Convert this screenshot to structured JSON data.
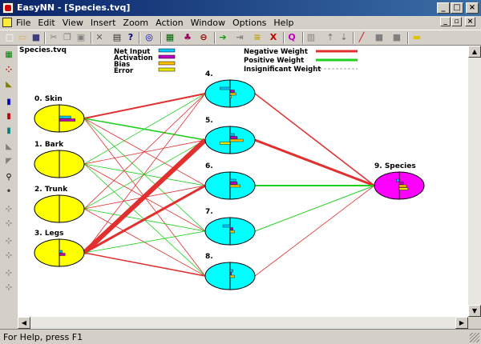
{
  "window": {
    "title": "EasyNN - [Species.tvq]",
    "minimize": "_",
    "restore": "□",
    "close": "×"
  },
  "menu": {
    "items": [
      "File",
      "Edit",
      "View",
      "Insert",
      "Zoom",
      "Action",
      "Window",
      "Options",
      "Help"
    ],
    "mdi_minimize": "_",
    "mdi_restore": "▫",
    "mdi_close": "×"
  },
  "toolbar": {
    "buttons": [
      {
        "name": "new-icon",
        "glyph": "□",
        "color": "#ffffff"
      },
      {
        "name": "open-icon",
        "glyph": "▭",
        "color": "#d8b050"
      },
      {
        "name": "save-icon",
        "glyph": "■",
        "color": "#404080"
      },
      {
        "name": "cut-icon",
        "glyph": "✂",
        "color": "#808080"
      },
      {
        "name": "copy-icon",
        "glyph": "❐",
        "color": "#808080"
      },
      {
        "name": "paste-icon",
        "glyph": "▣",
        "color": "#808080"
      },
      {
        "name": "delete-icon",
        "glyph": "✕",
        "color": "#606060"
      },
      {
        "name": "print-icon",
        "glyph": "▤",
        "color": "#303030"
      },
      {
        "name": "help-icon",
        "glyph": "?",
        "color": "#000080"
      },
      {
        "name": "network-icon",
        "glyph": "◎",
        "color": "#0000c0"
      },
      {
        "name": "grid-icon",
        "glyph": "▦",
        "color": "#006000"
      },
      {
        "name": "nodes-icon",
        "glyph": "♣",
        "color": "#a00060"
      },
      {
        "name": "forget-icon",
        "glyph": "⊖",
        "color": "#900000"
      },
      {
        "name": "learn-icon",
        "glyph": "➔",
        "color": "#00a000"
      },
      {
        "name": "step-icon",
        "glyph": "⇥",
        "color": "#808080"
      },
      {
        "name": "sort-icon",
        "glyph": "≡",
        "color": "#c0a000"
      },
      {
        "name": "xv-icon",
        "glyph": "X",
        "color": "#c00000"
      },
      {
        "name": "query-icon",
        "glyph": "Q",
        "color": "#c000c0"
      },
      {
        "name": "columns-icon",
        "glyph": "▥",
        "color": "#808080"
      },
      {
        "name": "sort-up-icon",
        "glyph": "⇡",
        "color": "#808080"
      },
      {
        "name": "sort-down-icon",
        "glyph": "⇣",
        "color": "#808080"
      },
      {
        "name": "pen-icon",
        "glyph": "╱",
        "color": "#c00000"
      },
      {
        "name": "disk-icon",
        "glyph": "■",
        "color": "#808080"
      },
      {
        "name": "disk2-icon",
        "glyph": "■",
        "color": "#808080"
      },
      {
        "name": "note-icon",
        "glyph": "▬",
        "color": "#e0c000"
      }
    ]
  },
  "sidebar": {
    "buttons": [
      {
        "name": "grid-view-icon",
        "glyph": "▦",
        "color": "#008000"
      },
      {
        "name": "graph-view-icon",
        "glyph": "⁘",
        "color": "#c00000"
      },
      {
        "name": "learning-view-icon",
        "glyph": "◣",
        "color": "#808000"
      },
      {
        "name": "bars-view-icon",
        "glyph": "▮",
        "color": "#0000c0"
      },
      {
        "name": "importance-view-icon",
        "glyph": "▮",
        "color": "#c00000"
      },
      {
        "name": "sensitivity-view-icon",
        "glyph": "▮",
        "color": "#008080"
      },
      {
        "name": "triangle-icon",
        "glyph": "◣",
        "color": "#808080"
      },
      {
        "name": "triangle2-icon",
        "glyph": "◤",
        "color": "#808080"
      },
      {
        "name": "zoom-icon",
        "glyph": "⚲",
        "color": "#000000"
      },
      {
        "name": "small-zoom-icon",
        "glyph": "•",
        "color": "#404040"
      },
      {
        "name": "tree-icon-1",
        "glyph": "⊹",
        "color": "#808080"
      },
      {
        "name": "tree-icon-2",
        "glyph": "⊹",
        "color": "#808080"
      },
      {
        "name": "tree-icon-3",
        "glyph": "⊹",
        "color": "#808080"
      },
      {
        "name": "tree-icon-4",
        "glyph": "⊹",
        "color": "#808080"
      },
      {
        "name": "tree-icon-5",
        "glyph": "⊹",
        "color": "#808080"
      },
      {
        "name": "tree-icon-6",
        "glyph": "⊹",
        "color": "#808080"
      }
    ]
  },
  "network": {
    "file_label": "Species.tvq",
    "legend_bars": [
      {
        "label": "Net Input",
        "color": "#00c8ff"
      },
      {
        "label": "Activation",
        "color": "#c000c0"
      },
      {
        "label": "Bias",
        "color": "#ffc000"
      },
      {
        "label": "Error",
        "color": "#e8e800"
      }
    ],
    "legend_lines": [
      {
        "label": "Negative Weight",
        "color": "#e03030",
        "style": "solid"
      },
      {
        "label": "Positive Weight",
        "color": "#20d020",
        "style": "solid"
      },
      {
        "label": "Insignificant Weight",
        "color": "#a0a0a0",
        "style": "dashed"
      }
    ],
    "input_nodes": [
      {
        "id": 0,
        "label": "0. Skin"
      },
      {
        "id": 1,
        "label": "1. Bark"
      },
      {
        "id": 2,
        "label": "2. Trunk"
      },
      {
        "id": 3,
        "label": "3. Legs"
      }
    ],
    "hidden_nodes": [
      {
        "id": 4,
        "label": "4."
      },
      {
        "id": 5,
        "label": "5."
      },
      {
        "id": 6,
        "label": "6."
      },
      {
        "id": 7,
        "label": "7."
      },
      {
        "id": 8,
        "label": "8."
      }
    ],
    "output_nodes": [
      {
        "id": 9,
        "label": "9. Species"
      }
    ],
    "colors": {
      "input_fill": "#ffff00",
      "hidden_fill": "#00ffff",
      "output_fill": "#ff00ff"
    }
  },
  "status": {
    "text": "For Help, press F1"
  }
}
